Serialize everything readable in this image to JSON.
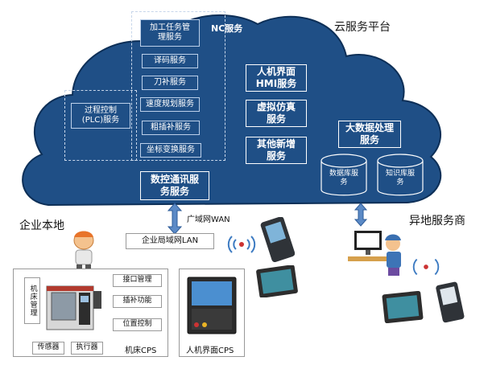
{
  "cloud": {
    "title": "云服务平台",
    "nc_group_label": "NC服务",
    "nc_services": [
      "加工任务管理服务",
      "译码服务",
      "刀补服务",
      "速度规划服务",
      "粗插补服务",
      "坐标变换服务"
    ],
    "plc_service": "过程控制(PLC)服务",
    "hmi_service": "人机界面HMI服务",
    "sim_service": "虚拟仿真服务",
    "other_service": "其他新增服务",
    "bigdata_service": "大数据处理服务",
    "databases": [
      "数据库服务",
      "知识库服务"
    ],
    "comm_service": "数控通讯服务服务"
  },
  "network": {
    "wan_label": "广域网WAN",
    "lan_label": "企业局域网LAN"
  },
  "enterprise": {
    "title": "企业本地",
    "machine_label": "机床管理",
    "machine_functions": [
      "接口管理",
      "插补功能",
      "位置控制"
    ],
    "io_items": [
      "传感器",
      "执行器"
    ],
    "machine_cps": "机床CPS",
    "hmi_cps": "人机界面CPS"
  },
  "remote": {
    "title": "异地服务商"
  },
  "colors": {
    "cloud": "#1f4f86",
    "cloud_border": "#0d2f57",
    "arrow": "#5b8ac6"
  }
}
